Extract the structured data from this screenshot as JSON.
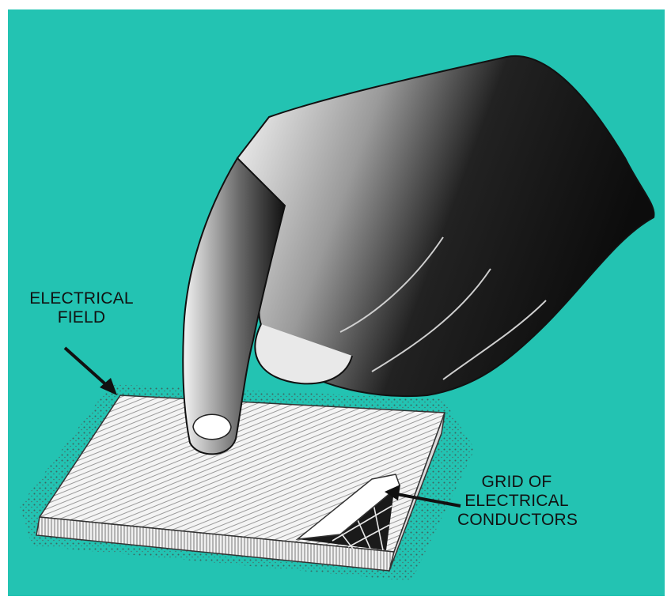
{
  "colors": {
    "background": "#23c3b2",
    "frame": "#ffffff",
    "ink": "#111111",
    "pad_top": "#f2f2f2",
    "pad_lines": "#8c8c8c",
    "grid": "#1a1a1a"
  },
  "labels": {
    "electrical_field": {
      "line1": "ELECTRICAL",
      "line2": "FIELD"
    },
    "grid_conductors": {
      "line1": "GRID OF",
      "line2": "ELECTRICAL",
      "line3": "CONDUCTORS"
    }
  },
  "icons": {
    "hand": "hand-pointing-icon",
    "touch_pad": "touch-pad-icon"
  }
}
